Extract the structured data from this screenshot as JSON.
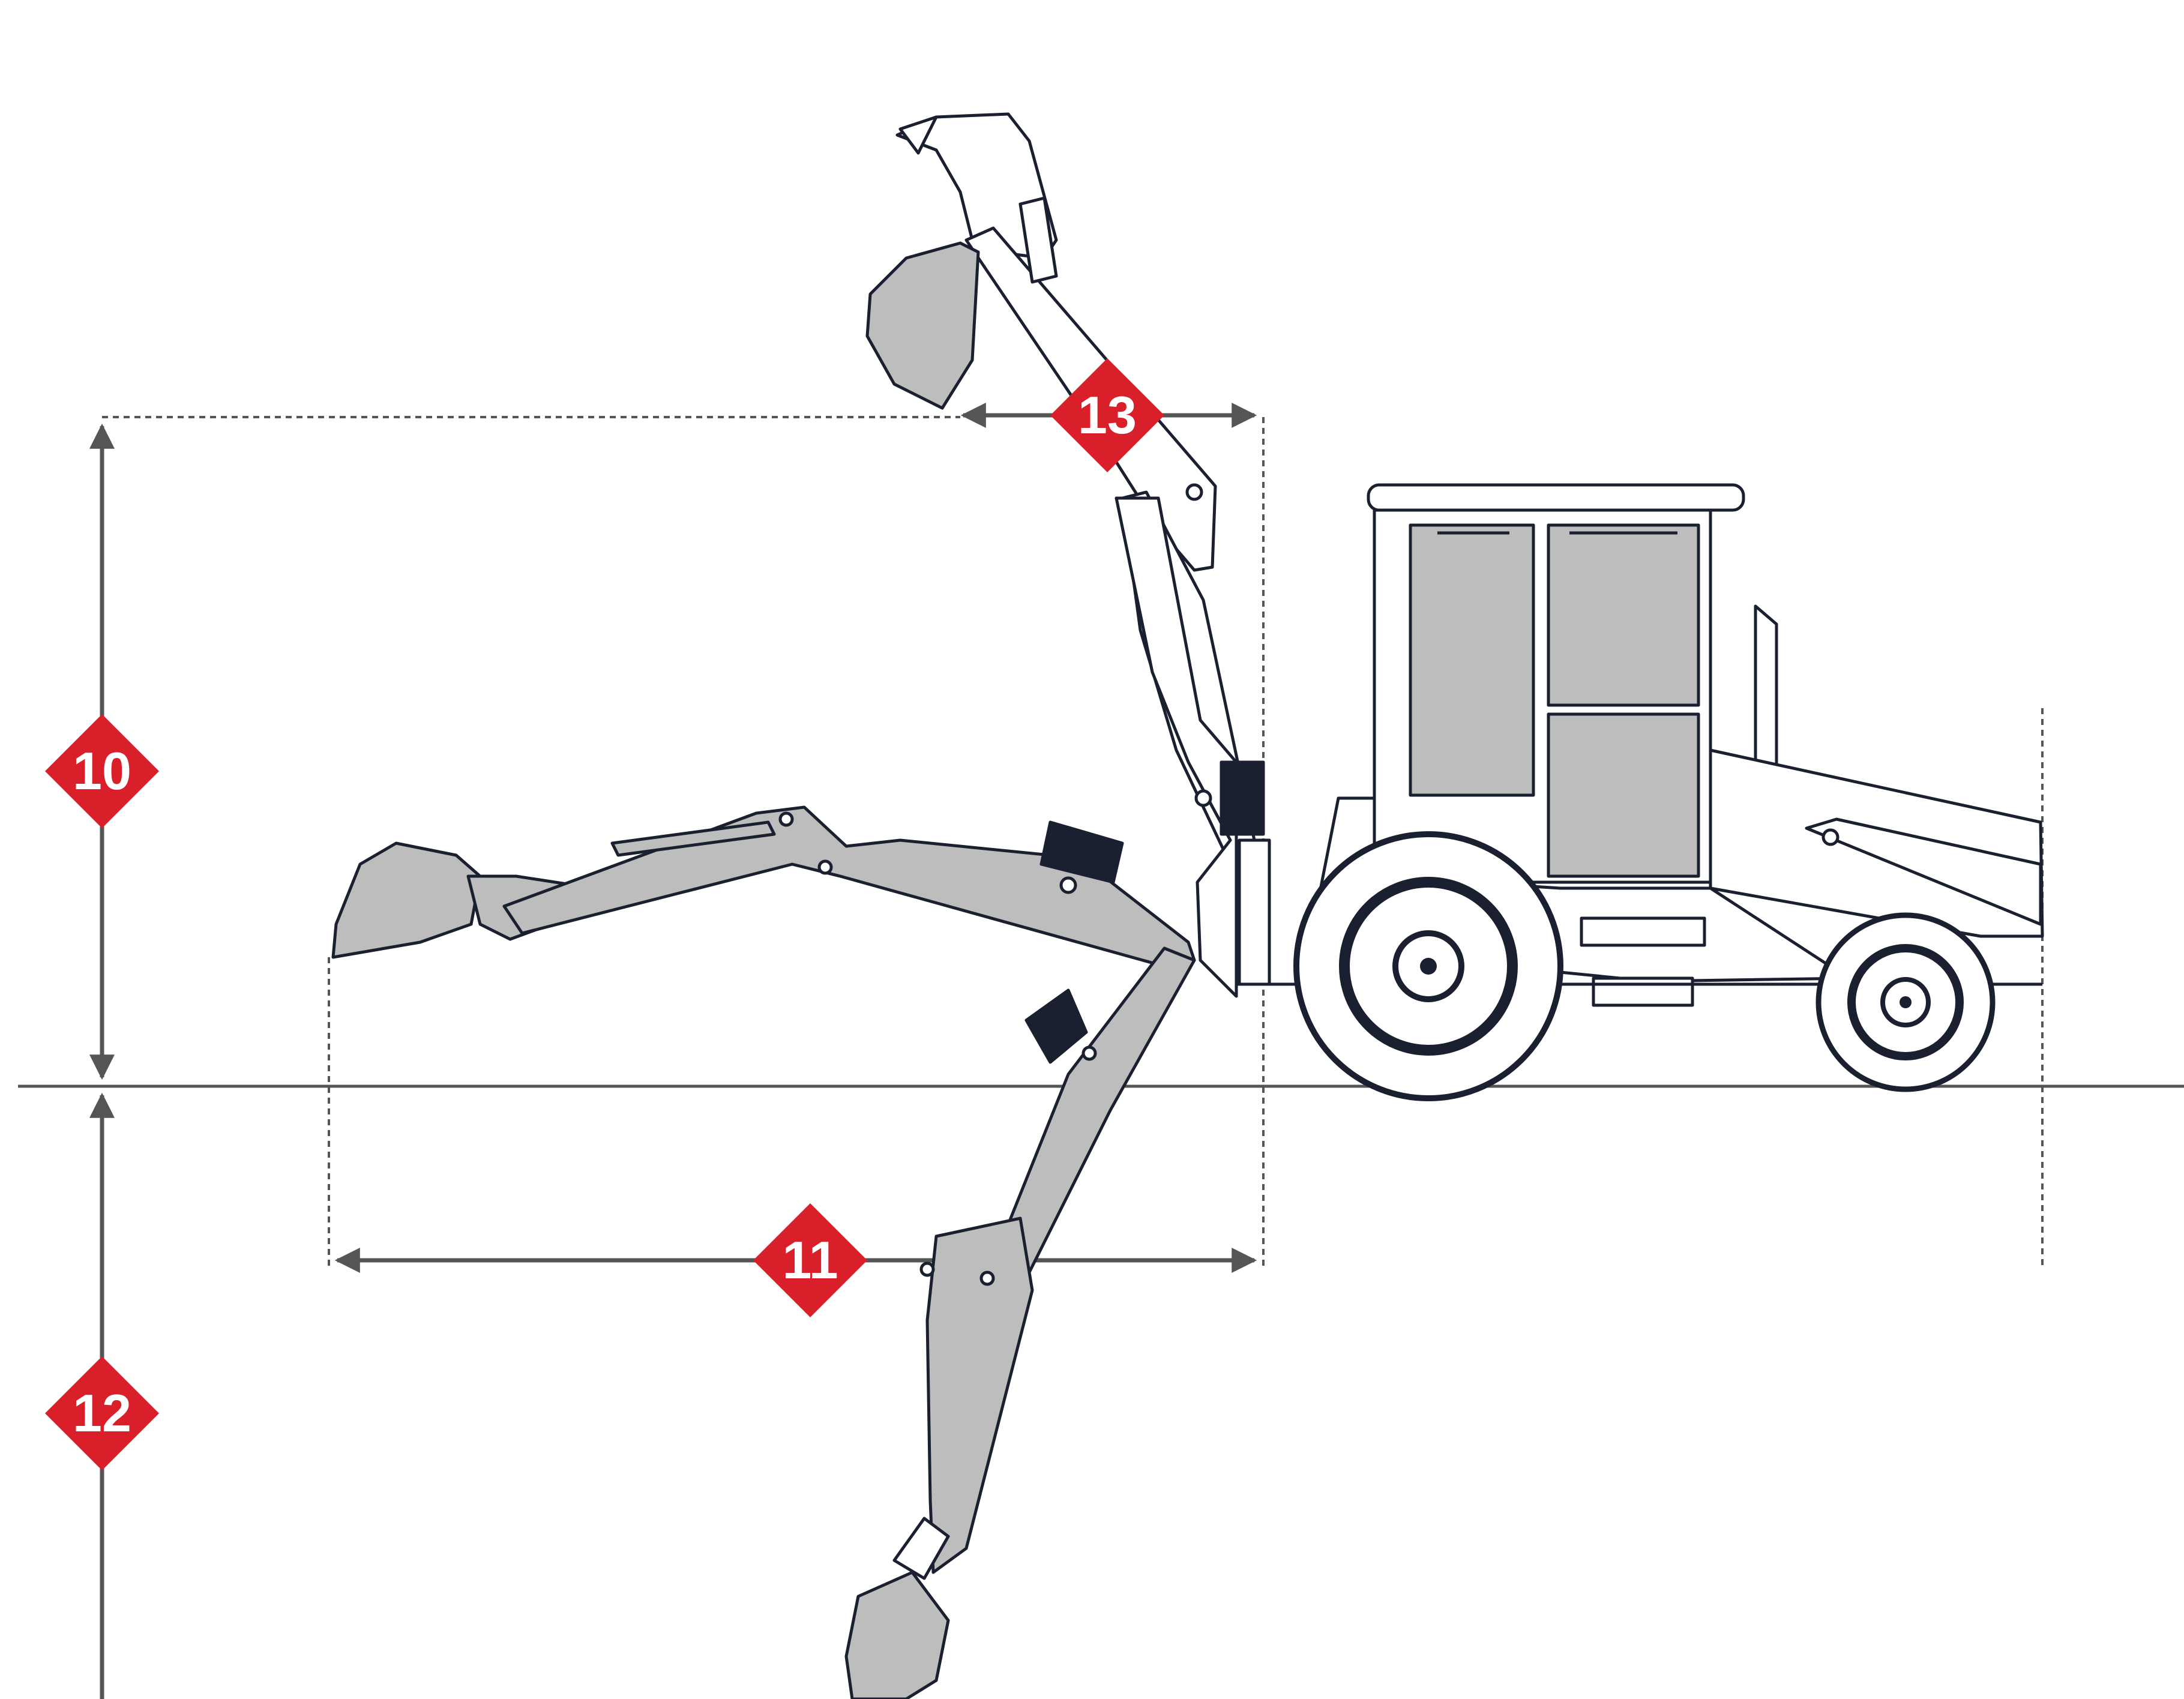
{
  "badges": [
    {
      "id": "10",
      "label": "10"
    },
    {
      "id": "11",
      "label": "11"
    },
    {
      "id": "12",
      "label": "12"
    },
    {
      "id": "13",
      "label": "13"
    }
  ],
  "colors": {
    "badge": "#d9202a",
    "arm_fill": "#bdbdbd",
    "outline": "#1a2030",
    "dimension": "#555555",
    "black_part": "#1a2030"
  }
}
